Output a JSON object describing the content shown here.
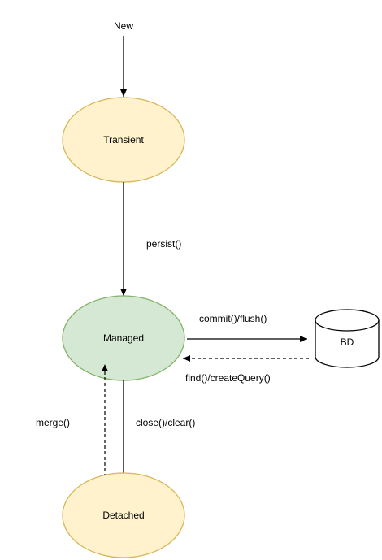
{
  "diagram": {
    "start_label": "New",
    "nodes": {
      "transient": {
        "label": "Transient",
        "fill": "#fff2cc",
        "stroke": "#d6b656"
      },
      "managed": {
        "label": "Managed",
        "fill": "#d5e8d4",
        "stroke": "#82b366"
      },
      "detached": {
        "label": "Detached",
        "fill": "#fff2cc",
        "stroke": "#d6b656"
      },
      "database": {
        "label": "BD",
        "fill": "#ffffff",
        "stroke": "#000000"
      }
    },
    "edges": {
      "persist": "persist()",
      "commit": "commit()/flush()",
      "find": "find()/createQuery()",
      "close": "close()/clear()",
      "merge": "merge()"
    }
  }
}
